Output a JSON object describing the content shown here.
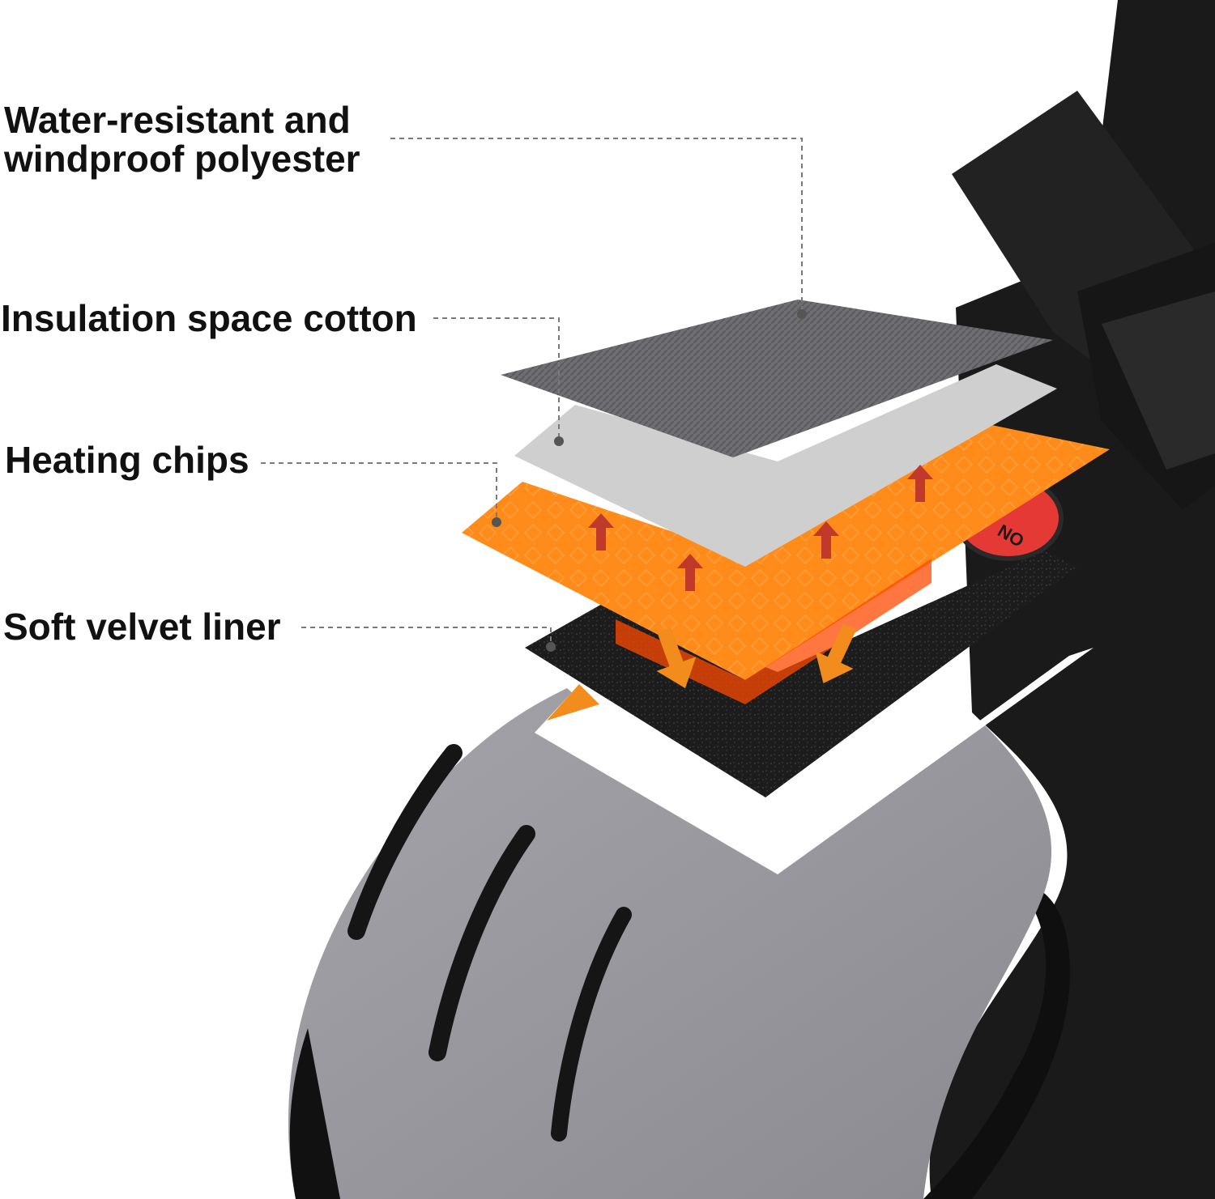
{
  "layers": {
    "shell": {
      "label_line1": "Water-resistant and",
      "label_line2": "windproof polyester",
      "color": "#6e6e72"
    },
    "insulation": {
      "label": "Insulation space cotton",
      "color": "#c9c9c9"
    },
    "heating": {
      "label": "Heating chips",
      "color": "#ff8c1a"
    },
    "liner": {
      "label": "Soft velvet liner",
      "color": "#1c1c1c"
    }
  },
  "glove": {
    "switch_text": "NO",
    "palm_color": "#9a9aa0",
    "body_color": "#1a1a1a",
    "switch_color": "#e53935"
  },
  "arrows": {
    "up_color": "#c0392b",
    "down_color": "#f28c1c"
  }
}
